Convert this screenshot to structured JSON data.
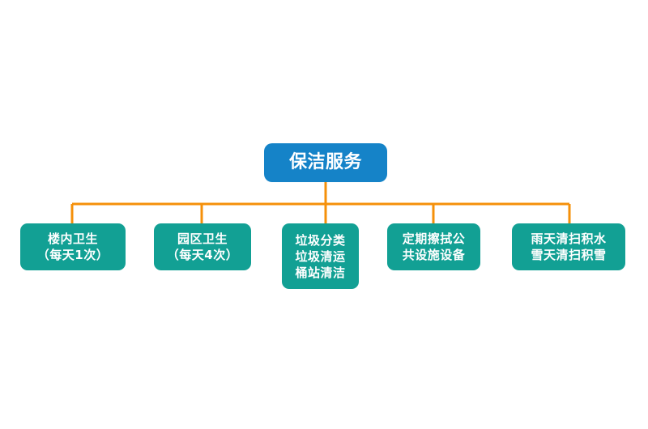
{
  "diagram": {
    "type": "org-tree",
    "orientation": "top-down",
    "colors": {
      "root_fill": "#1583c8",
      "child_fill": "#12a094",
      "connector": "#f5900a",
      "text": "#ffffff",
      "background": "#ffffff"
    },
    "root": {
      "id": "root",
      "label": "保洁服务",
      "lines": [
        "保洁服务"
      ]
    },
    "children": [
      {
        "id": "child-0",
        "label": "楼内卫生（每天1次）",
        "lines": [
          "楼内卫生",
          "（每天1次）"
        ]
      },
      {
        "id": "child-1",
        "label": "园区卫生（每天4次）",
        "lines": [
          "园区卫生",
          "（每天4次）"
        ]
      },
      {
        "id": "child-2",
        "label": "垃圾分类 垃圾清运 桶站清洁",
        "lines": [
          "垃圾分类",
          "垃圾清运",
          "桶站清洁"
        ]
      },
      {
        "id": "child-3",
        "label": "定期擦拭公共设施设备",
        "lines": [
          "定期擦拭公",
          "共设施设备"
        ]
      },
      {
        "id": "child-4",
        "label": "雨天清扫积水 雪天清扫积雪",
        "lines": [
          "雨天清扫积水",
          "雪天清扫积雪"
        ]
      }
    ]
  }
}
